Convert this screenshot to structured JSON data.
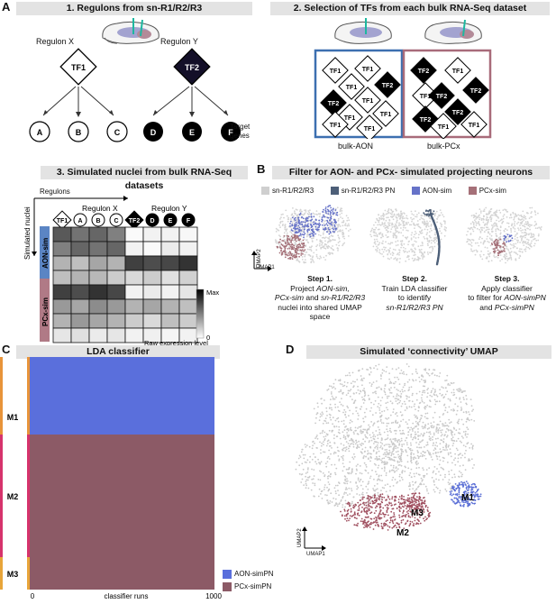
{
  "panels": {
    "a": {
      "letter": "A",
      "banner": "1. Regulons from sn-R1/R2/R3"
    },
    "a2": {
      "banner": "2. Selection of TFs from each bulk RNA-Seq dataset"
    },
    "a3": {
      "banner": "3. Simulated nuclei from bulk RNA-Seq datasets"
    },
    "b": {
      "letter": "B",
      "banner": "Filter for AON- and PCx- simulated projecting neurons"
    },
    "c": {
      "letter": "C",
      "banner": "LDA classifier"
    },
    "d": {
      "letter": "D",
      "banner": "Simulated ‘connectivity’ UMAP"
    }
  },
  "regulons": {
    "regulon_x": "Regulon X",
    "regulon_y": "Regulon Y",
    "tf1": "TF1",
    "tf2": "TF2",
    "targets": [
      "A",
      "B",
      "C",
      "D",
      "E",
      "F"
    ],
    "target_genes": "Target genes"
  },
  "bulk": {
    "tf1": "TF1",
    "tf2": "TF2",
    "aon_label": "bulk-AON",
    "pcx_label": "bulk-PCx",
    "aon_color": "#3c6fb0",
    "pcx_color": "#a86b7a"
  },
  "heatmap": {
    "regulons_label": "Regulons",
    "nuclei_label": "Simulated nuclei",
    "regulon_x": "Regulon X",
    "regulon_y": "Regulon Y",
    "cols": [
      "TF1",
      "A",
      "B",
      "C",
      "TF2",
      "D",
      "E",
      "F"
    ],
    "aon_sim": "AON-sim",
    "pcx_sim": "PCx-sim",
    "max": "Max",
    "zero": "0",
    "raw_label": "Raw expression level",
    "aon_color": "#5b85c4",
    "pcx_color": "#b07a86"
  },
  "legend_b": {
    "items": [
      {
        "label": "sn-R1/R2/R3",
        "color": "#cfcfcf"
      },
      {
        "label": "sn-R1/R2/R3 PN",
        "color": "#4d5f78"
      },
      {
        "label": "AON-sim",
        "color": "#6672c8"
      },
      {
        "label": "PCx-sim",
        "color": "#a57078"
      }
    ]
  },
  "umap_axes": {
    "umap1": "UMAP1",
    "umap2": "UMAP2"
  },
  "steps": [
    {
      "title": "Step 1.",
      "line1": "Project ",
      "em1": "AON-sim,",
      "line2": "",
      "em2": "PCx-sim",
      "line3": " and ",
      "em3": "sn-R1/R2/R3",
      "line4": "nuclei into shared UMAP space"
    },
    {
      "title": "Step 2.",
      "line1": "Train LDA classifier",
      "line2": "to identify",
      "em2": "sn-R1/R2/R3 PN"
    },
    {
      "title": "Step 3.",
      "line1": "Apply classifier",
      "line2": "to filter for ",
      "em2": "AON-simPN",
      "line3": "and ",
      "em3": "PCx-simPN"
    }
  ],
  "lda": {
    "modules": [
      "M1",
      "M2",
      "M3"
    ],
    "module_colors": [
      "#e8943a",
      "#d6336c",
      "#e8a53a"
    ],
    "xtick_start": "0",
    "xtick_end": "1000",
    "xlabel": "classifier runs",
    "legend": [
      {
        "label": "AON-simPN",
        "color": "#5a6fdc"
      },
      {
        "label": "PCx-simPN",
        "color": "#8c5a66"
      }
    ]
  },
  "chart_data": {
    "type": "heatmap",
    "title": "LDA classifier",
    "xlabel": "classifier runs",
    "xlim": [
      0,
      1000
    ],
    "rows": [
      "M1",
      "M2",
      "M3"
    ],
    "series": [
      {
        "name": "AON-simPN",
        "values": [
          1,
          0,
          0
        ]
      },
      {
        "name": "PCx-simPN",
        "values": [
          0,
          1,
          1
        ]
      }
    ]
  },
  "connectivity": {
    "m1": "M1",
    "m2": "M2",
    "m3": "M3"
  }
}
